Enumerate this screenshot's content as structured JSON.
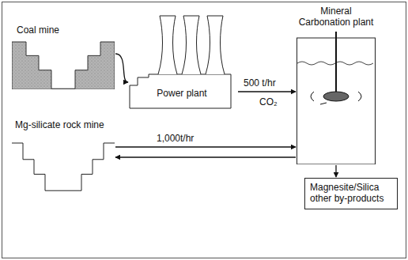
{
  "diagram": {
    "nodes": [
      {
        "text": [
          "Coal mine"
        ]
      },
      {
        "text": [
          "Power plant"
        ]
      },
      {
        "text": [
          "Mineral Carbonation plant"
        ]
      },
      {
        "text": [
          "Mg-silicate rock mine"
        ]
      },
      {
        "text": [
          "Magnesite/Silica other by-products"
        ]
      }
    ],
    "edges": [
      {
        "from": 0,
        "to": 1,
        "arrow": "to"
      },
      {
        "from": 1,
        "to": 2,
        "label": "500 t/hr",
        "arrow": "to"
      },
      {
        "from": 3,
        "to": 2,
        "label": "1,000t/hr",
        "arrow": "to"
      },
      {
        "from": 2,
        "to": 3,
        "arrow": "to"
      },
      {
        "from": 2,
        "to": 4,
        "arrow": "to"
      }
    ],
    "labels": [
      "CO₂"
    ]
  }
}
